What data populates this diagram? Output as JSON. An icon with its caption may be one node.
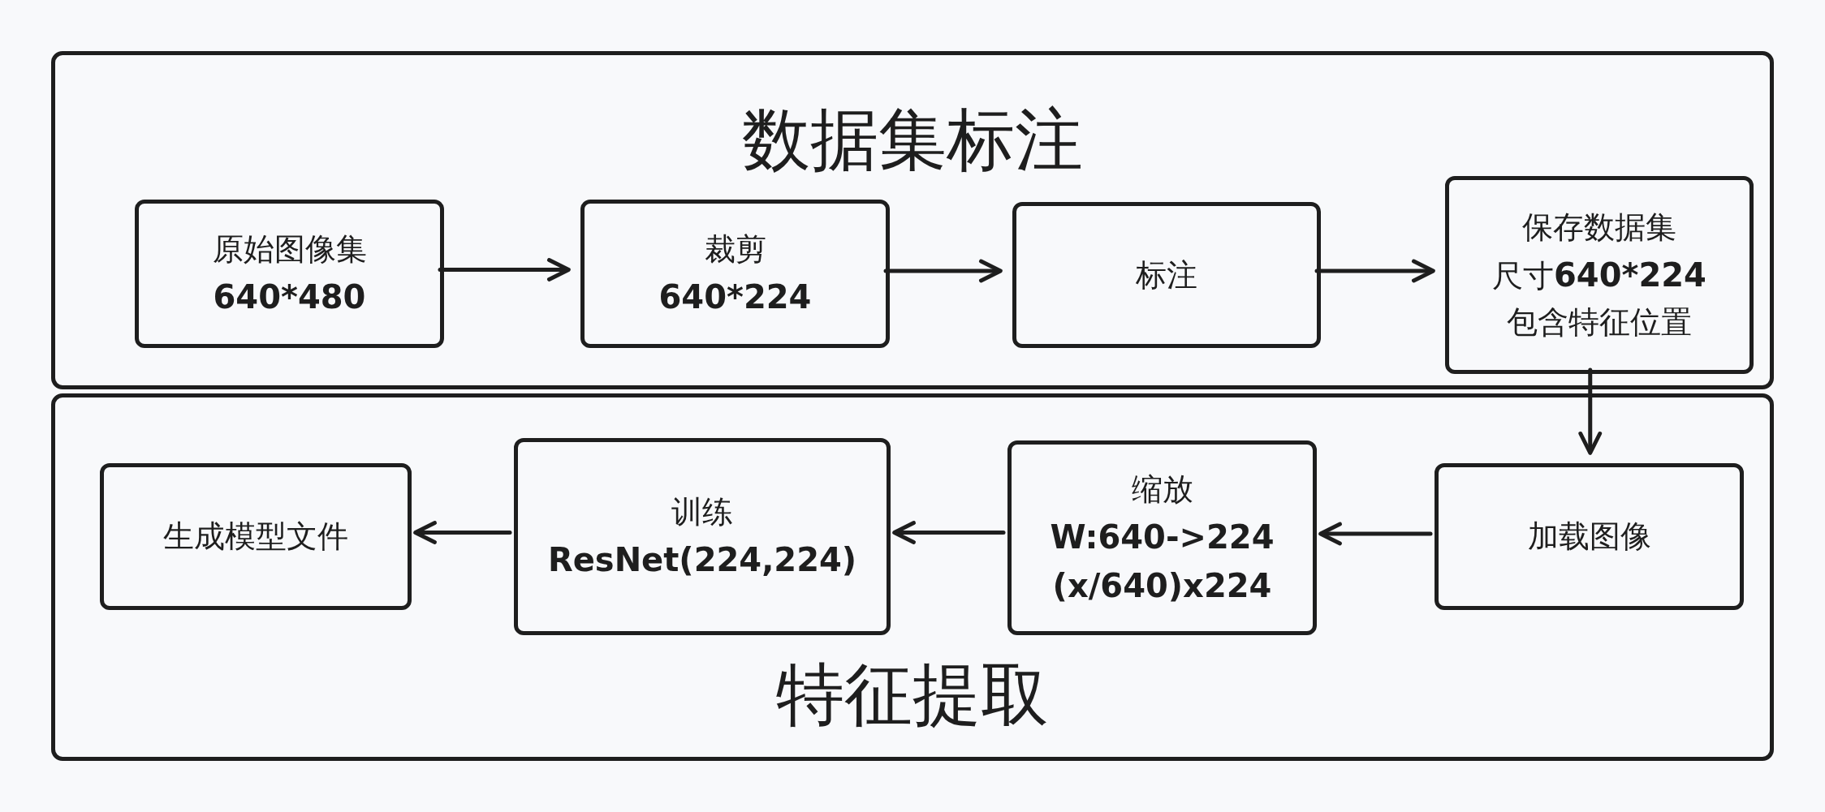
{
  "diagram": {
    "nodes": [
      {
        "text": [
          "数据集标注"
        ]
      },
      {
        "text": [
          "原始图像集",
          "**640*480**"
        ],
        "in": 0
      },
      {
        "text": [
          "裁剪",
          "**640*224**"
        ],
        "in": 0
      },
      {
        "text": [
          "标注"
        ],
        "in": 0
      },
      {
        "text": [
          "保存数据集",
          "尺寸**640*224**",
          "包含特征位置"
        ],
        "in": 0
      },
      {
        "text": [
          "特征提取"
        ]
      },
      {
        "text": [
          "生成模型文件"
        ],
        "in": 5
      },
      {
        "text": [
          "训练",
          "**ResNet(224,224)**"
        ],
        "in": 5
      },
      {
        "text": [
          "缩放",
          "**W:640->224**",
          "**(x/640)x224**"
        ],
        "in": 5
      },
      {
        "text": [
          "加载图像"
        ],
        "in": 5
      }
    ],
    "edges": [
      {
        "from": 1,
        "to": 2,
        "arrow": "to"
      },
      {
        "from": 2,
        "to": 3,
        "arrow": "to"
      },
      {
        "from": 3,
        "to": 4,
        "arrow": "to"
      },
      {
        "from": 4,
        "to": 9,
        "arrow": "to"
      },
      {
        "from": 9,
        "to": 8,
        "arrow": "to"
      },
      {
        "from": 8,
        "to": 7,
        "arrow": "to"
      },
      {
        "from": 7,
        "to": 6,
        "arrow": "to"
      }
    ]
  }
}
